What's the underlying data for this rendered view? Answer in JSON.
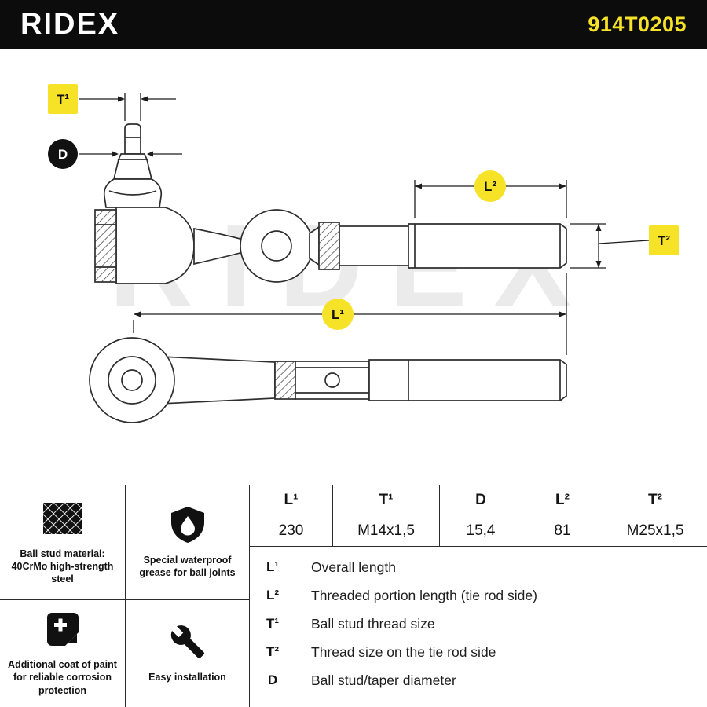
{
  "header": {
    "brand": "RIDEX",
    "part_number": "914T0205"
  },
  "diagram": {
    "watermark": "RIDEX",
    "labels": {
      "t1": "T¹",
      "d": "D",
      "l2": "L²",
      "t2": "T²",
      "l1": "L¹"
    }
  },
  "features": [
    {
      "icon": "knurl-pattern-icon",
      "text": "Ball stud material: 40CrMo high-strength steel"
    },
    {
      "icon": "waterproof-grease-icon",
      "text": "Special waterproof grease for ball joints"
    },
    {
      "icon": "paint-coat-icon",
      "text": "Additional coat of paint for reliable corrosion protection"
    },
    {
      "icon": "wrench-icon",
      "text": "Easy installation"
    }
  ],
  "spec_table": {
    "headers": [
      "L¹",
      "T¹",
      "D",
      "L²",
      "T²"
    ],
    "values": [
      "230",
      "M14x1,5",
      "15,4",
      "81",
      "M25x1,5"
    ]
  },
  "legend": [
    {
      "symbol": "L¹",
      "description": "Overall length"
    },
    {
      "symbol": "L²",
      "description": "Threaded portion length (tie rod side)"
    },
    {
      "symbol": "T¹",
      "description": "Ball stud thread size"
    },
    {
      "symbol": "T²",
      "description": "Thread size on the tie rod side"
    },
    {
      "symbol": "D",
      "description": "Ball stud/taper diameter"
    }
  ],
  "colors": {
    "accent_yellow": "#F6E227",
    "header_black": "#0C0C0C"
  }
}
